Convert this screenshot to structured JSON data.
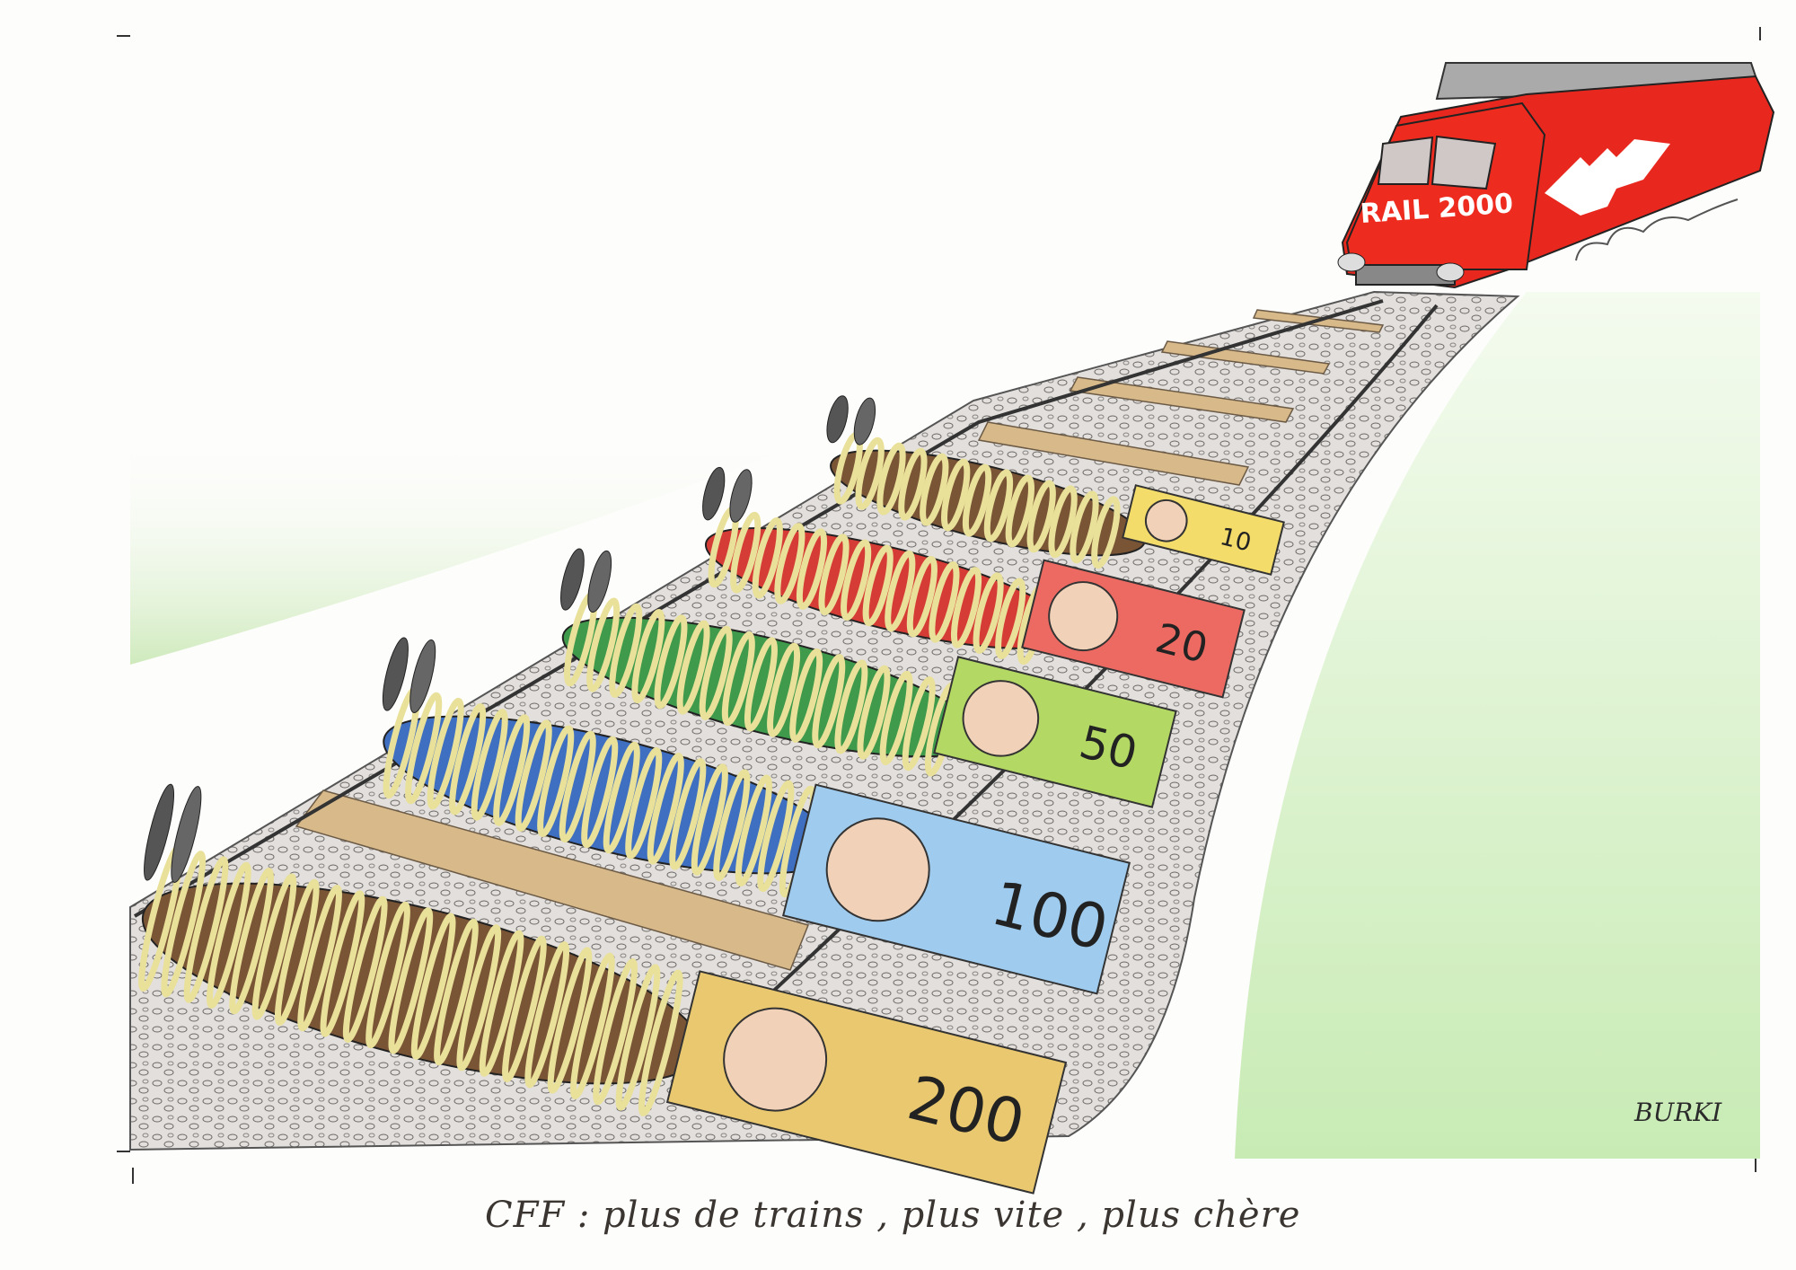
{
  "caption": "CFF : plus de trains , plus vite , plus chère",
  "train": {
    "label": "RAIL 2000",
    "color": "#e8281e"
  },
  "signature": "BURKI",
  "banknotes": [
    {
      "value": "10",
      "color": "#f3dc6a",
      "body": "#7a5535"
    },
    {
      "value": "20",
      "color": "#ec6a62",
      "body": "#d63c36"
    },
    {
      "value": "50",
      "color": "#b3d863",
      "body": "#3f9a4b"
    },
    {
      "value": "100",
      "color": "#9ecbee",
      "body": "#3f6fc0"
    },
    {
      "value": "200",
      "color": "#eac86f",
      "body": "#7a5535"
    }
  ]
}
